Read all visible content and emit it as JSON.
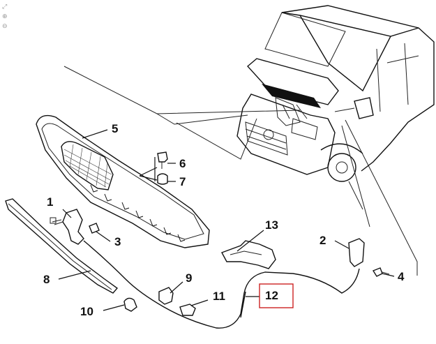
{
  "toolbar": {
    "icons": [
      "fit-icon",
      "zoom-in-icon",
      "zoom-out-icon"
    ],
    "glyphs": [
      "⤢",
      "⊕",
      "⊖"
    ]
  },
  "callouts": {
    "p1": "1",
    "p2": "2",
    "p3": "3",
    "p4": "4",
    "p5": "5",
    "p6": "6",
    "p7": "7",
    "p8": "8",
    "p9": "9",
    "p10": "10",
    "p11": "11",
    "p12": "12",
    "p13": "13"
  },
  "highlight": {
    "part": "12",
    "color": "#cc2222"
  }
}
